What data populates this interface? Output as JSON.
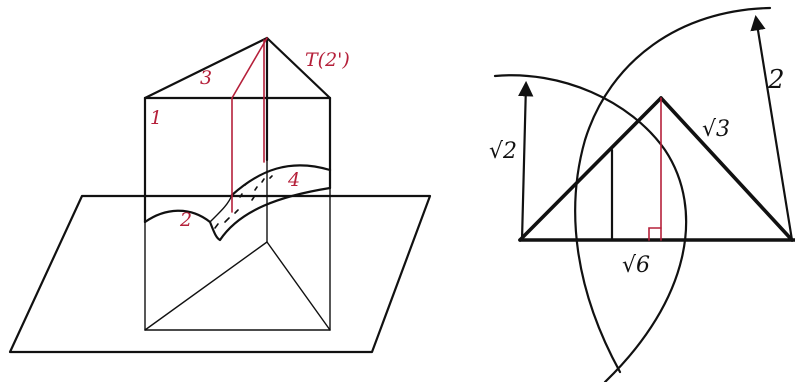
{
  "left_figure": {
    "edge_labels": [
      "1",
      "2",
      "3",
      "4"
    ],
    "vertex_label": "T(2')"
  },
  "right_figure": {
    "radius_labels": [
      "√2",
      "2"
    ],
    "side_label": "√3",
    "base_label": "√6"
  }
}
